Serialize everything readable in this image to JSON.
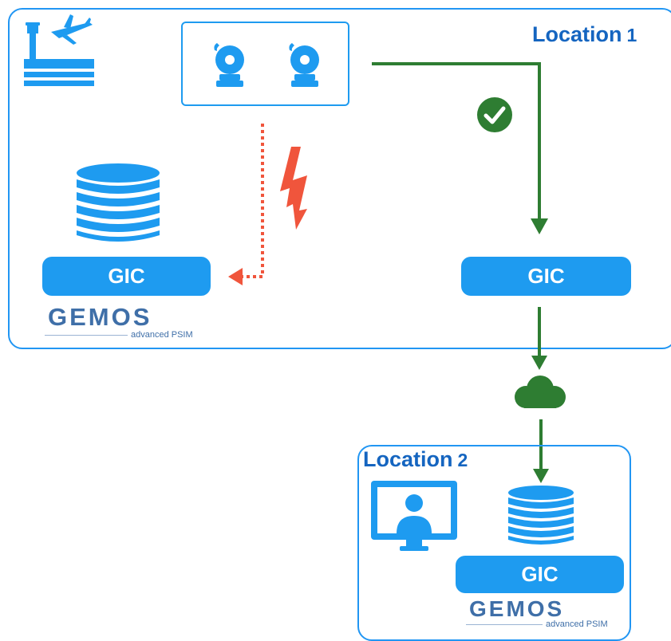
{
  "location1": {
    "title": "Location",
    "number": "1"
  },
  "location2": {
    "title": "Location",
    "number": "2"
  },
  "gic": {
    "label_local": "GIC",
    "label_remote": "GIC",
    "label_location2": "GIC"
  },
  "gemos": {
    "wordmark": "GEMOS",
    "tagline": "advanced PSIM"
  },
  "icons": {
    "airport": "airport-tower-plane-icon",
    "alarm": "alarm-bell-icon",
    "database": "database-icon",
    "check": "check-circle-icon",
    "lightning": "lightning-bolt-icon",
    "cloud": "cloud-icon",
    "monitor": "monitor-user-icon"
  },
  "colors": {
    "brand_blue": "#1e9bf0",
    "outline_blue": "#2196f3",
    "title_blue": "#1565c0",
    "ok_green": "#2e7d32",
    "fail_red": "#f0553c",
    "logo_blue": "#3f6fa8"
  }
}
